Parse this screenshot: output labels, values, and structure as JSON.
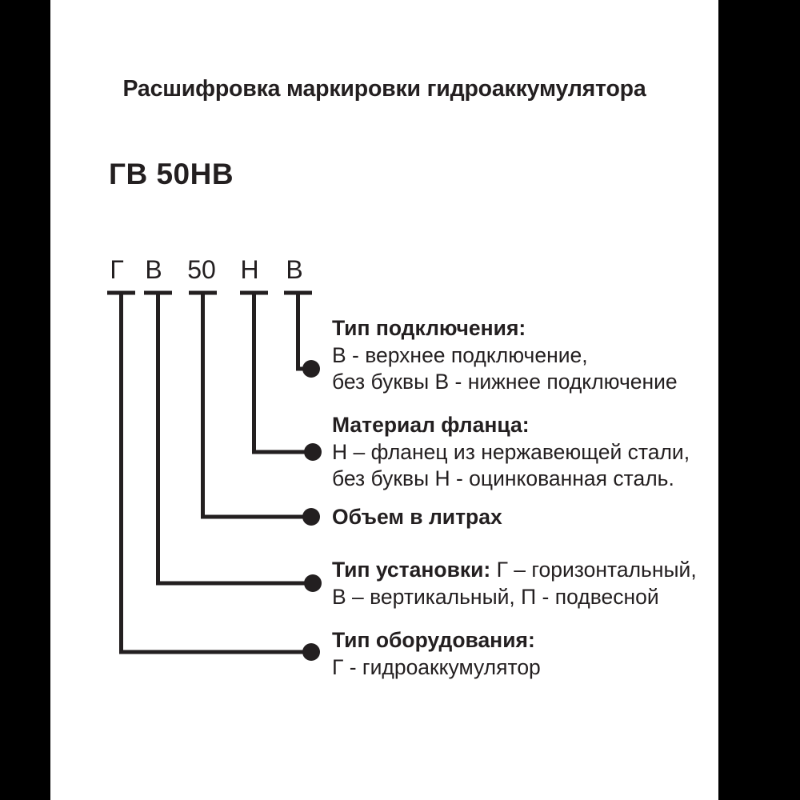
{
  "figure": {
    "title": "Расшифровка маркировки гидроаккумулятора",
    "code_example": "ГВ 50НВ",
    "ink_color": "#231f20",
    "canvas_color": "#ffffff",
    "frame_color": "#000000"
  },
  "code_tokens": [
    {
      "label": "Г"
    },
    {
      "label": "В"
    },
    {
      "label": "50"
    },
    {
      "label": "Н"
    },
    {
      "label": "В"
    }
  ],
  "callouts": [
    {
      "id": "connection-type",
      "token": "В",
      "heading": "Тип подключения:",
      "lines": [
        "В - верхнее подключение,",
        "без буквы В - нижнее подключение"
      ]
    },
    {
      "id": "flange-material",
      "token": "Н",
      "heading": "Материал фланца:",
      "lines": [
        "Н – фланец из нержавеющей стали,",
        "без буквы Н - оцинкованная сталь."
      ]
    },
    {
      "id": "volume-liters",
      "token": "50",
      "heading": "Объем в литрах",
      "lines": []
    },
    {
      "id": "installation-type",
      "token": "В",
      "heading": "Тип установки:",
      "inline_first": " Г – горизонтальный,",
      "lines": [
        "В – вертикальный, П - подвесной"
      ]
    },
    {
      "id": "equipment-type",
      "token": "Г",
      "heading": "Тип оборудования:",
      "lines": [
        "Г - гидроаккумулятор"
      ]
    }
  ]
}
